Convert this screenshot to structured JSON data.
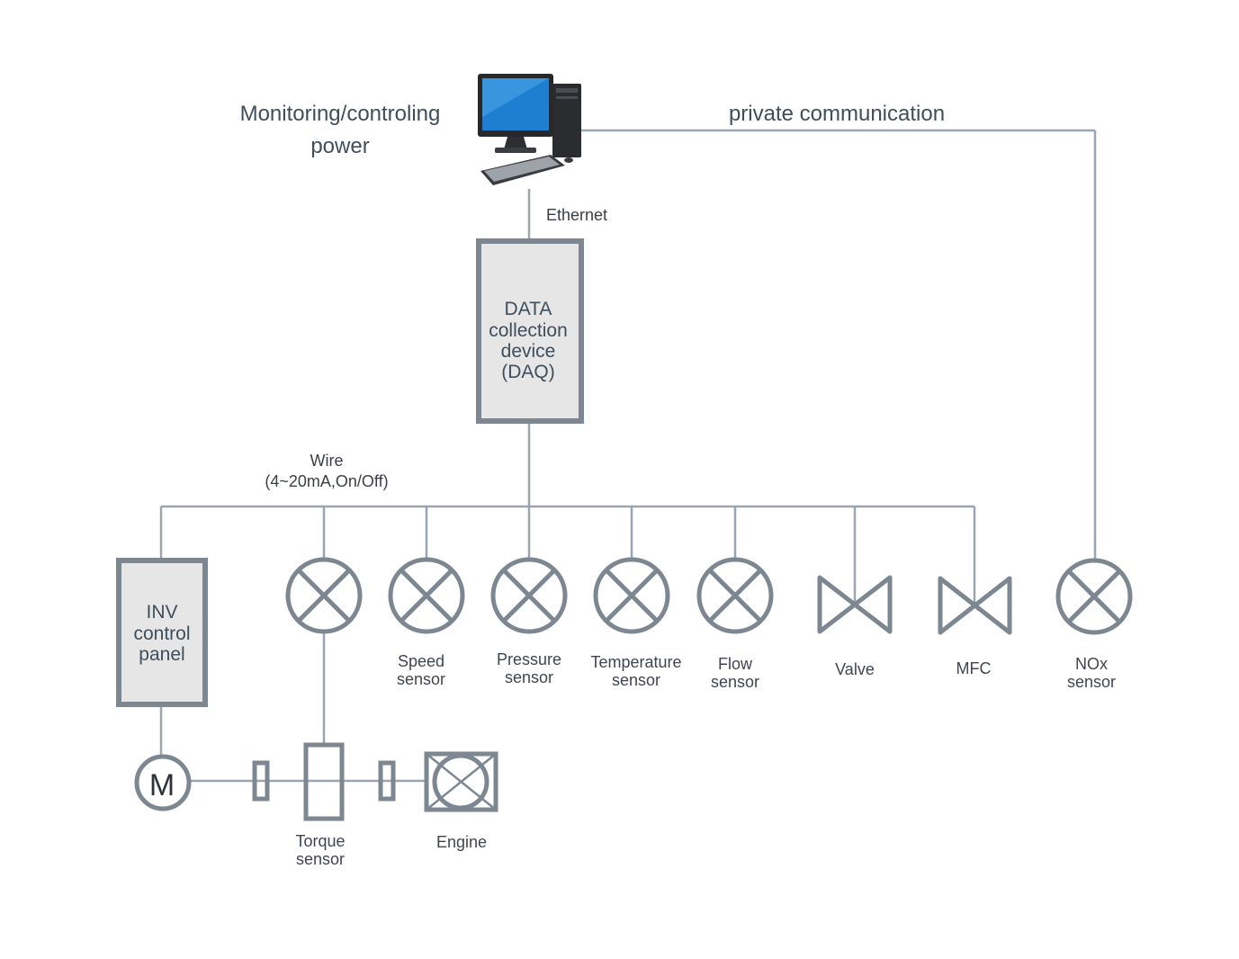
{
  "labels": {
    "monitoring_line1": "Monitoring/controling",
    "monitoring_line2": "power",
    "private_comm": "private communication",
    "ethernet": "Ethernet",
    "daq_line1": "DATA",
    "daq_line2": "collection",
    "daq_line3": "device",
    "daq_line4": "(DAQ)",
    "wire_line1": "Wire",
    "wire_line2": "(4~20mA,On/Off)",
    "inv_line1": "INV",
    "inv_line2": "control",
    "inv_line3": "panel",
    "motor": "M",
    "torque_line1": "Torque",
    "torque_line2": "sensor",
    "engine": "Engine"
  },
  "sensors": [
    {
      "line1": "Speed",
      "line2": "sensor"
    },
    {
      "line1": "Pressure",
      "line2": "sensor"
    },
    {
      "line1": "Temperature",
      "line2": "sensor"
    },
    {
      "line1": "Flow",
      "line2": "sensor"
    },
    {
      "line1": "Valve",
      "line2": ""
    },
    {
      "line1": "MFC",
      "line2": ""
    },
    {
      "line1": "NOx",
      "line2": "sensor"
    }
  ],
  "colors": {
    "line": "#9aa5b1",
    "shape_stroke": "#7d8791",
    "box_fill": "#e6e6e6",
    "monitor_screen": "#1e7fd0"
  }
}
